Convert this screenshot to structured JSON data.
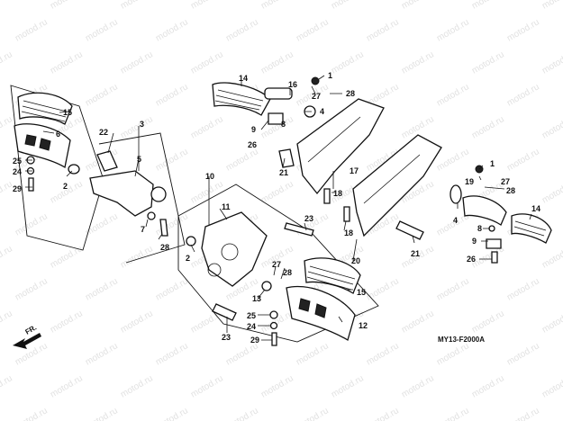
{
  "drawing_code": "MY13-F2000A",
  "direction_label": "FR.",
  "watermark_text": "motod.ru",
  "colors": {
    "ink": "#111111",
    "watermark": "#e2e2e2",
    "background": "#ffffff"
  },
  "callouts": [
    {
      "id": "c1a",
      "label": "1"
    },
    {
      "id": "c1b",
      "label": "1"
    },
    {
      "id": "c2a",
      "label": "2"
    },
    {
      "id": "c2b",
      "label": "2"
    },
    {
      "id": "c3",
      "label": "3"
    },
    {
      "id": "c4a",
      "label": "4"
    },
    {
      "id": "c4b",
      "label": "4"
    },
    {
      "id": "c5",
      "label": "5"
    },
    {
      "id": "c6",
      "label": "6"
    },
    {
      "id": "c7",
      "label": "7"
    },
    {
      "id": "c8a",
      "label": "8"
    },
    {
      "id": "c8b",
      "label": "8"
    },
    {
      "id": "c9a",
      "label": "9"
    },
    {
      "id": "c9b",
      "label": "9"
    },
    {
      "id": "c10",
      "label": "10"
    },
    {
      "id": "c11",
      "label": "11"
    },
    {
      "id": "c12",
      "label": "12"
    },
    {
      "id": "c13",
      "label": "13"
    },
    {
      "id": "c14a",
      "label": "14"
    },
    {
      "id": "c14b",
      "label": "14"
    },
    {
      "id": "c15a",
      "label": "15"
    },
    {
      "id": "c15b",
      "label": "15"
    },
    {
      "id": "c16",
      "label": "16"
    },
    {
      "id": "c17",
      "label": "17"
    },
    {
      "id": "c18a",
      "label": "18"
    },
    {
      "id": "c18b",
      "label": "18"
    },
    {
      "id": "c19",
      "label": "19"
    },
    {
      "id": "c20",
      "label": "20"
    },
    {
      "id": "c21a",
      "label": "21"
    },
    {
      "id": "c21b",
      "label": "21"
    },
    {
      "id": "c22",
      "label": "22"
    },
    {
      "id": "c23a",
      "label": "23"
    },
    {
      "id": "c23b",
      "label": "23"
    },
    {
      "id": "c24a",
      "label": "24"
    },
    {
      "id": "c24b",
      "label": "24"
    },
    {
      "id": "c25a",
      "label": "25"
    },
    {
      "id": "c25b",
      "label": "25"
    },
    {
      "id": "c26a",
      "label": "26"
    },
    {
      "id": "c26b",
      "label": "26"
    },
    {
      "id": "c27a",
      "label": "27"
    },
    {
      "id": "c27b",
      "label": "27"
    },
    {
      "id": "c27c",
      "label": "27"
    },
    {
      "id": "c28a",
      "label": "28"
    },
    {
      "id": "c28b",
      "label": "28"
    },
    {
      "id": "c28c",
      "label": "28"
    },
    {
      "id": "c28d",
      "label": "28"
    },
    {
      "id": "c29a",
      "label": "29"
    },
    {
      "id": "c29b",
      "label": "29"
    }
  ]
}
